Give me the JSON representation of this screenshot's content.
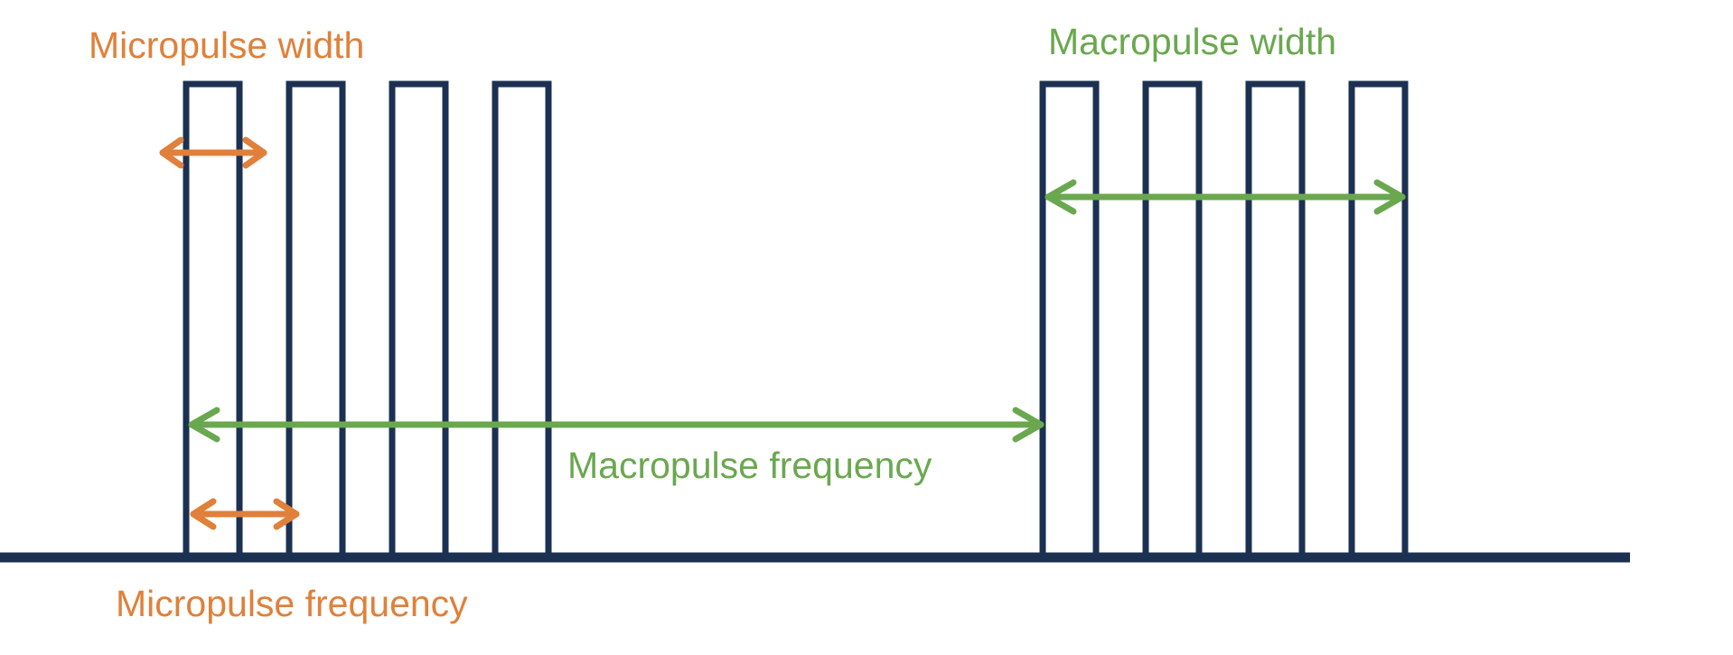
{
  "colors": {
    "pulse": "#1c3152",
    "micro": "#e0803a",
    "macro": "#6aa84f",
    "background": "#ffffff"
  },
  "labels": {
    "micropulse_width": "Micropulse width",
    "macropulse_width": "Macropulse width",
    "macropulse_frequency": "Macropulse frequency",
    "micropulse_frequency": "Micropulse frequency"
  },
  "pulse_trains": {
    "groups": 2,
    "pulses_per_group": 4
  }
}
